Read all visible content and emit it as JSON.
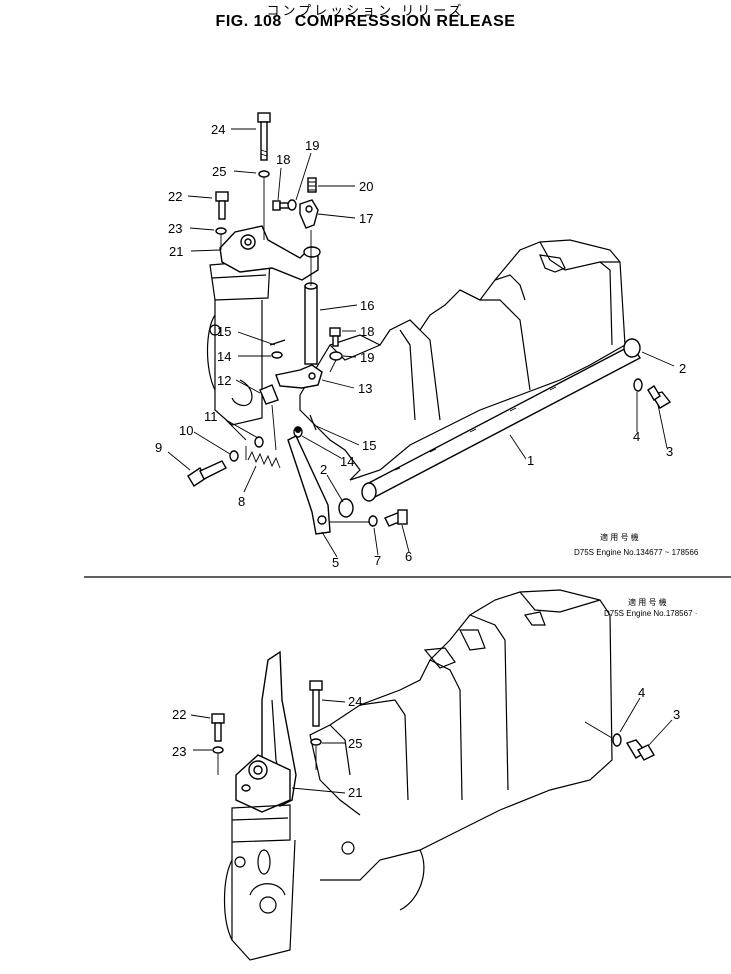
{
  "header": {
    "japanese_title": "コンプレッション リリーズ",
    "fig_number": "FIG. 108",
    "title": "COMPRESSSION RELEASE"
  },
  "upper_view": {
    "applicability_jp": "適 用 号 機",
    "applicability": "D75S Engine No.134677 ~ 178566",
    "callouts": [
      "24",
      "25",
      "18",
      "19",
      "20",
      "22",
      "17",
      "23",
      "21",
      "16",
      "15",
      "18",
      "14",
      "19",
      "12",
      "13",
      "2",
      "11",
      "15",
      "10",
      "14",
      "1",
      "9",
      "4",
      "3",
      "8",
      "2",
      "5",
      "7",
      "6"
    ]
  },
  "lower_view": {
    "applicability_jp": "適 用 号 機",
    "applicability": "D75S Engine No.178567 ·",
    "callouts": [
      "4",
      "3",
      "22",
      "24",
      "23",
      "25",
      "21"
    ]
  }
}
